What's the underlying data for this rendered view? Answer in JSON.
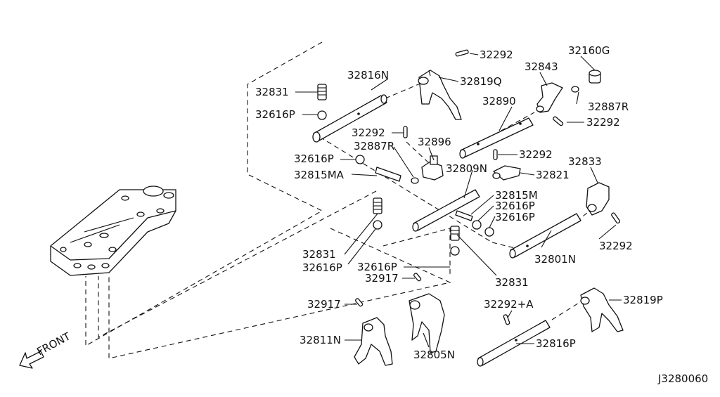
{
  "diagram": {
    "labels": [
      {
        "id": "l1",
        "text": "32292"
      },
      {
        "id": "l2",
        "text": "32160G"
      },
      {
        "id": "l3",
        "text": "32816N"
      },
      {
        "id": "l4",
        "text": "32843"
      },
      {
        "id": "l5",
        "text": "32819Q"
      },
      {
        "id": "l6",
        "text": "32831"
      },
      {
        "id": "l7",
        "text": "32887R"
      },
      {
        "id": "l8",
        "text": "32890"
      },
      {
        "id": "l9",
        "text": "32616P"
      },
      {
        "id": "l10",
        "text": "32292"
      },
      {
        "id": "l11",
        "text": "32292"
      },
      {
        "id": "l12",
        "text": "32896"
      },
      {
        "id": "l13",
        "text": "32887R"
      },
      {
        "id": "l14",
        "text": "32292"
      },
      {
        "id": "l15",
        "text": "32616P"
      },
      {
        "id": "l16",
        "text": "32833"
      },
      {
        "id": "l17",
        "text": "32809N"
      },
      {
        "id": "l18",
        "text": "32815MA"
      },
      {
        "id": "l19",
        "text": "32821"
      },
      {
        "id": "l20",
        "text": "32815M"
      },
      {
        "id": "l21",
        "text": "32616P"
      },
      {
        "id": "l22",
        "text": "32616P"
      },
      {
        "id": "l23",
        "text": "32292"
      },
      {
        "id": "l24",
        "text": "32831"
      },
      {
        "id": "l25",
        "text": "32801N"
      },
      {
        "id": "l26",
        "text": "32616P"
      },
      {
        "id": "l27",
        "text": "32616P"
      },
      {
        "id": "l28",
        "text": "32917"
      },
      {
        "id": "l29",
        "text": "32831"
      },
      {
        "id": "l30",
        "text": "32917"
      },
      {
        "id": "l31",
        "text": "32292+A"
      },
      {
        "id": "l32",
        "text": "32819P"
      },
      {
        "id": "l33",
        "text": "32811N"
      },
      {
        "id": "l34",
        "text": "32805N"
      },
      {
        "id": "l35",
        "text": "32816P"
      }
    ],
    "front_label": "FRONT",
    "diagram_code": "J3280060"
  }
}
